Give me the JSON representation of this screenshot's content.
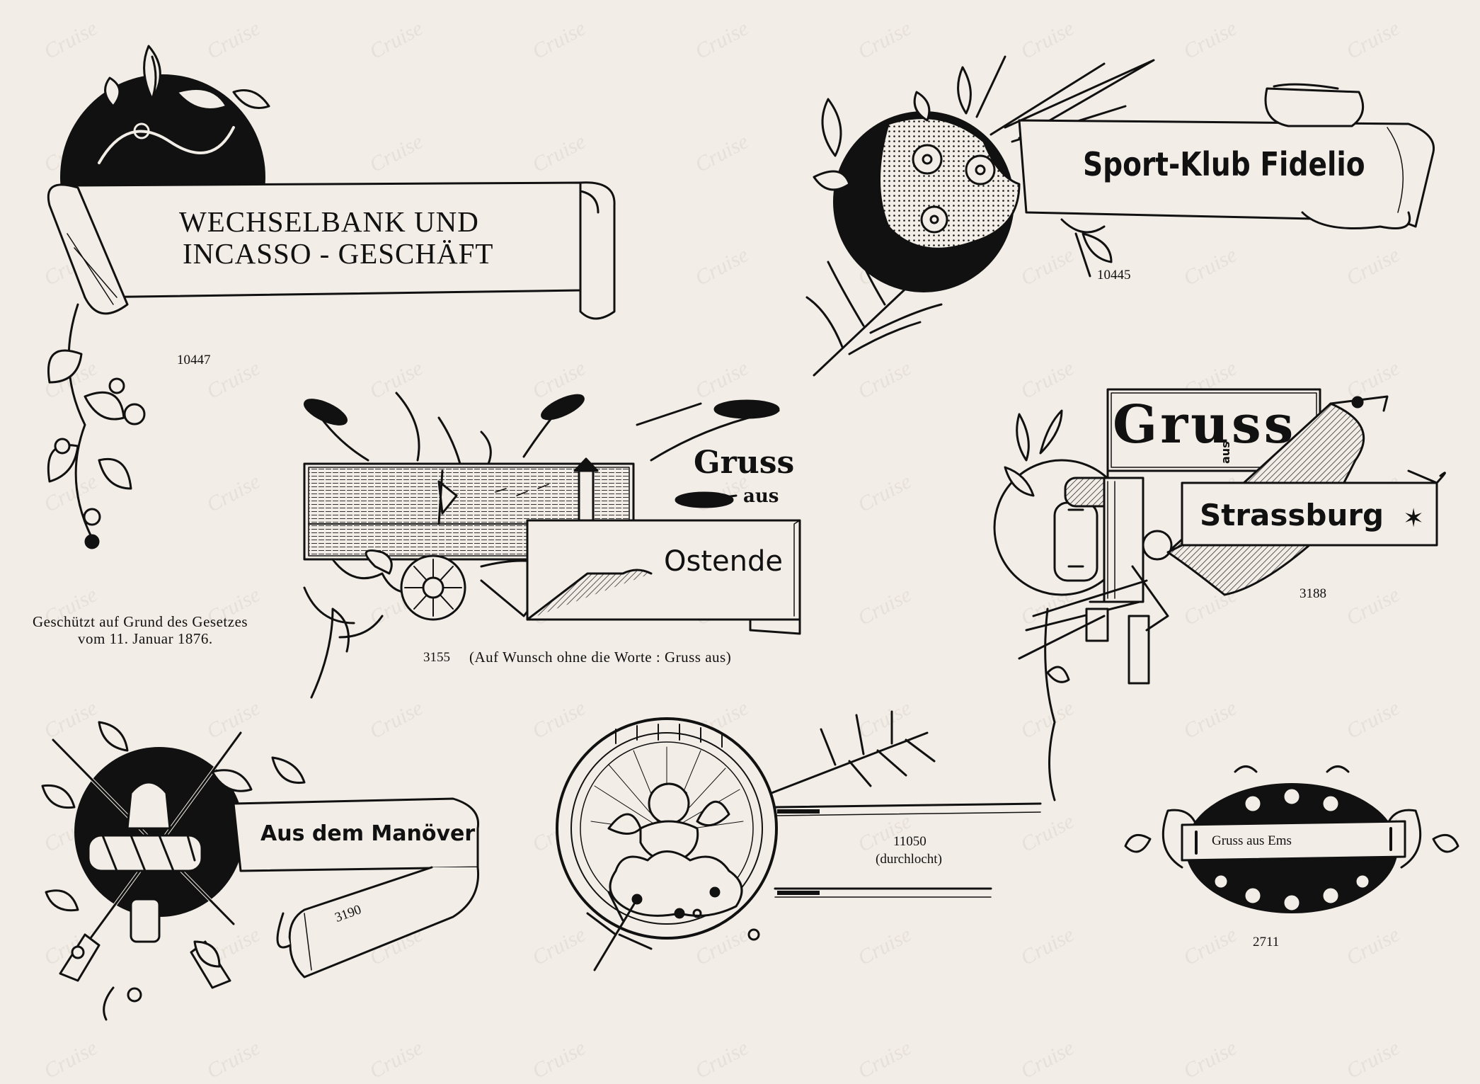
{
  "sheet": {
    "watermark": "Cruise",
    "legal_notice": [
      "Geschützt auf Grund des Gesetzes",
      "vom 11. Januar 1876."
    ]
  },
  "designs": {
    "wechselbank": {
      "lines": [
        "WECHSELBANK UND",
        "INCASSO - GESCHÄFT"
      ],
      "number": "10447"
    },
    "sport": {
      "title": "Sport-Klub Fidelio",
      "number": "10445"
    },
    "ostende": {
      "gruss": "Gruss",
      "aus": "aus",
      "place": "Ostende",
      "number": "3155",
      "note": "(Auf Wunsch ohne die Worte : Gruss aus)"
    },
    "strassburg": {
      "gruss": "Gruss",
      "aus": "aus",
      "place": "Strassburg",
      "number": "3188"
    },
    "manover": {
      "title": "Aus dem Manöver",
      "number": "3190"
    },
    "cherub": {
      "number": "11050",
      "note": "(durchlocht)"
    },
    "ems": {
      "title": "Gruss aus Ems",
      "number": "2711"
    }
  }
}
